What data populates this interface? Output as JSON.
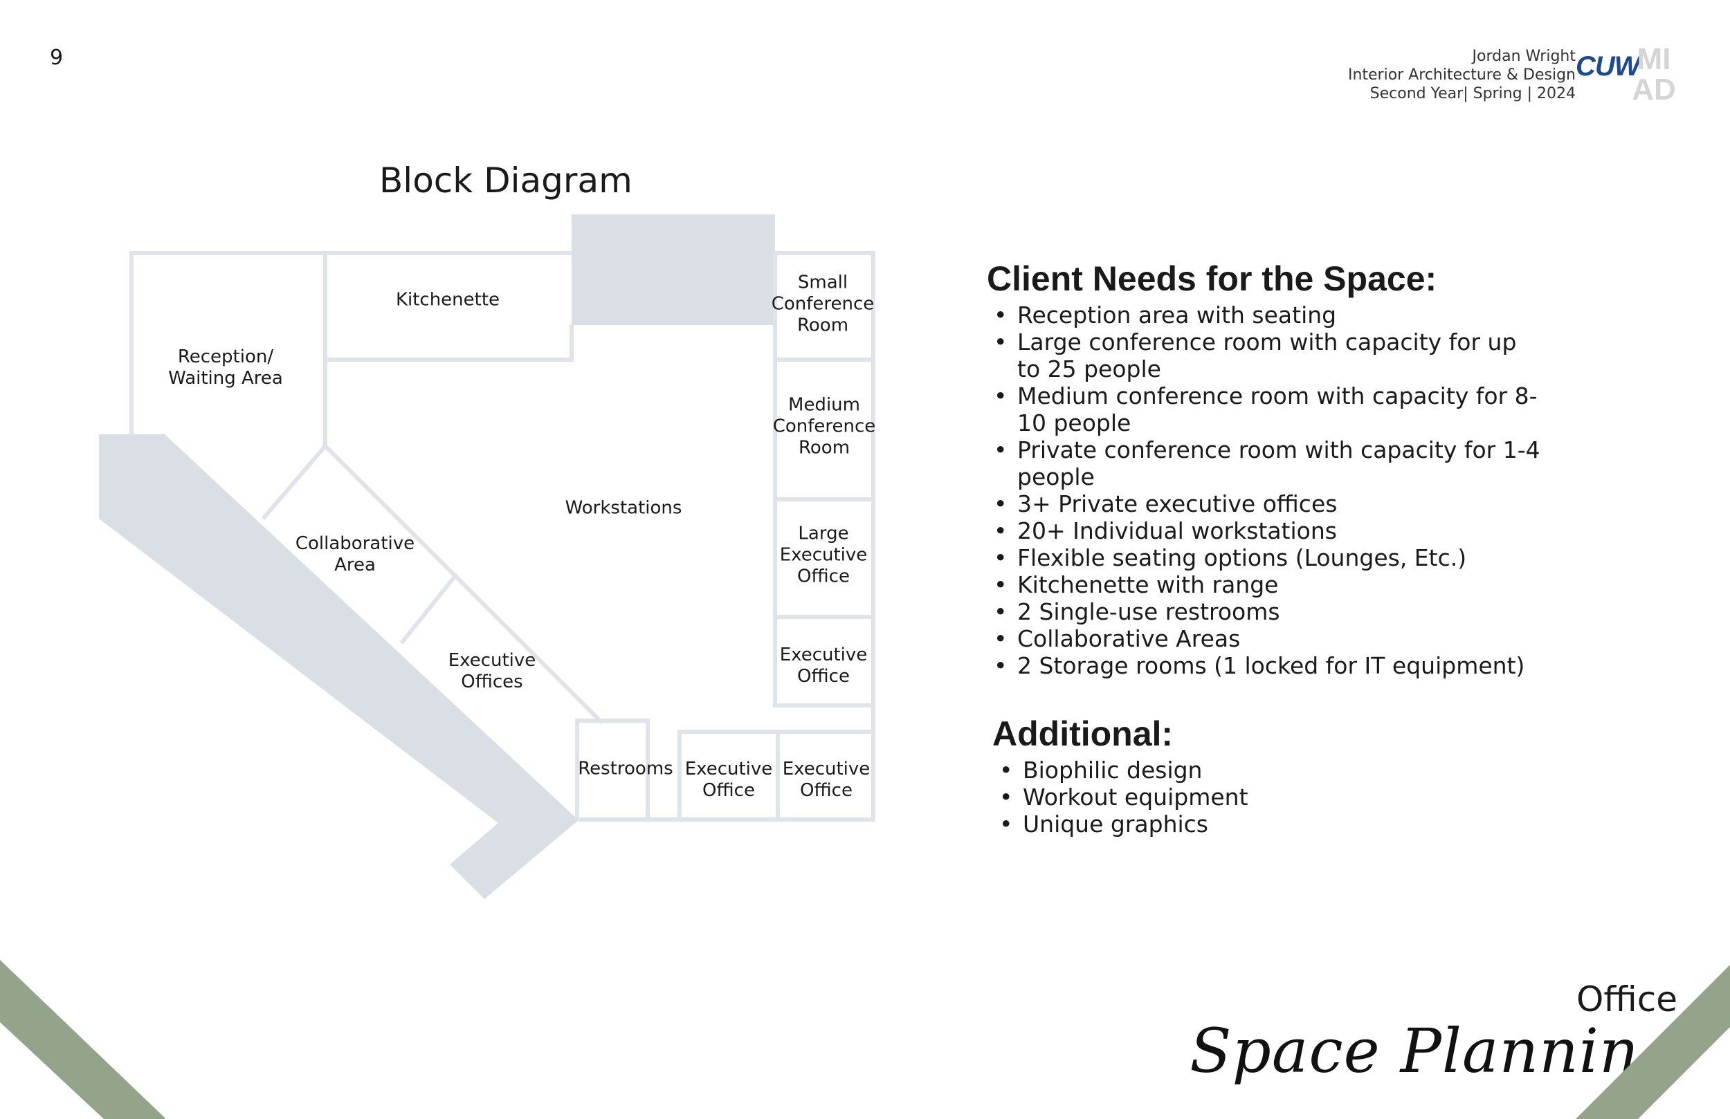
{
  "page_number": "9",
  "author": {
    "name": "Jordan Wright",
    "program": "Interior Architecture & Design",
    "term": "Second Year| Spring | 2024"
  },
  "logos": {
    "cuw": "CUW",
    "miad_top": "MI",
    "miad_bottom": "AD"
  },
  "diagram": {
    "title": "Block Diagram",
    "rooms": {
      "reception": "Reception/\nWaiting Area",
      "kitchenette": "Kitchenette",
      "small_conf": "Small\nConference\nRoom",
      "medium_conf": "Medium\nConference\nRoom",
      "workstations": "Workstations",
      "collaborative": "Collaborative\nArea",
      "large_exec": "Large\nExecutive\nOffice",
      "exec_offices": "Executive\nOffices",
      "exec_office_right": "Executive\nOffice",
      "restrooms": "Restrooms",
      "exec_office_bottom1": "Executive\nOffice",
      "exec_office_bottom2": "Executive\nOffice"
    }
  },
  "client_needs": {
    "heading": "Client Needs for the Space:",
    "items": [
      "Reception area with seating",
      "Large conference room with capacity for up to 25 people",
      "Medium conference room with capacity for 8-10 people",
      "Private conference room with capacity for 1-4 people",
      "3+ Private executive offices",
      "20+ Individual workstations",
      "Flexible seating options (Lounges, Etc.)",
      "Kitchenette with range",
      "2 Single-use restrooms",
      "Collaborative Areas",
      "2 Storage rooms (1 locked for IT equipment)"
    ]
  },
  "additional": {
    "heading": "Additional:",
    "items": [
      "Biophilic design",
      "Workout equipment",
      "Unique graphics"
    ]
  },
  "footer": {
    "subtitle": "Office",
    "title": "Space Planning"
  },
  "colors": {
    "accent_green": "#93a48a",
    "diagram_fill": "#d9dfe5",
    "diagram_line": "#dfe4ea"
  }
}
